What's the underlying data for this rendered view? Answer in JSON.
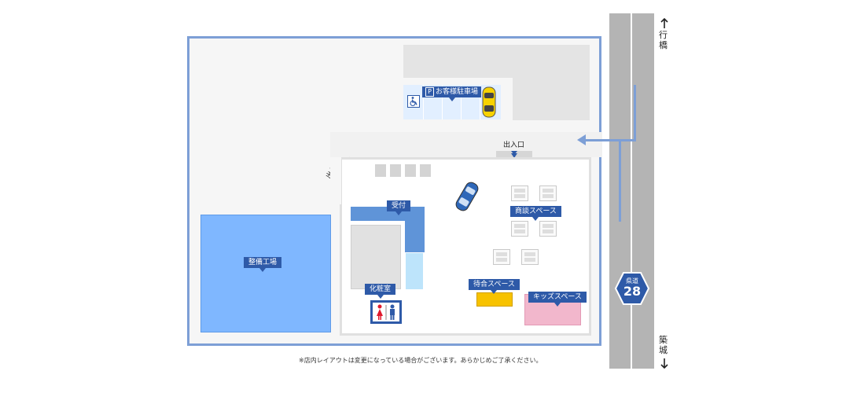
{
  "colors": {
    "lot_border": "#7d9fd6",
    "road": "#b4b4b4",
    "route_arrow": "#7d9fd6",
    "label_bg": "#2e5aa8",
    "garage": "#7fb7ff",
    "waiting": "#f7c200",
    "kids": "#f2b7cc",
    "parking": "#e2efff"
  },
  "road": {
    "north_direction": "行橋",
    "south_direction": "築城",
    "route_prefix": "県道",
    "route_number": "28"
  },
  "labels": {
    "customer_parking": "お客様駐車場",
    "parking_mark": "P",
    "entrance_top": "出入口",
    "entrance_side": "出入口",
    "reception": "受付",
    "consultation": "商談スペース",
    "workshop": "整備工場",
    "restroom": "化粧室",
    "waiting": "待合スペース",
    "kids": "キッズスペース"
  },
  "icons": {
    "accessible": "wheelchair-icon",
    "car": "car-icon",
    "restroom": "restroom-icon"
  },
  "footnote": "※店内レイアウトは変更になっている場合がございます。あらかじめご了承ください。"
}
